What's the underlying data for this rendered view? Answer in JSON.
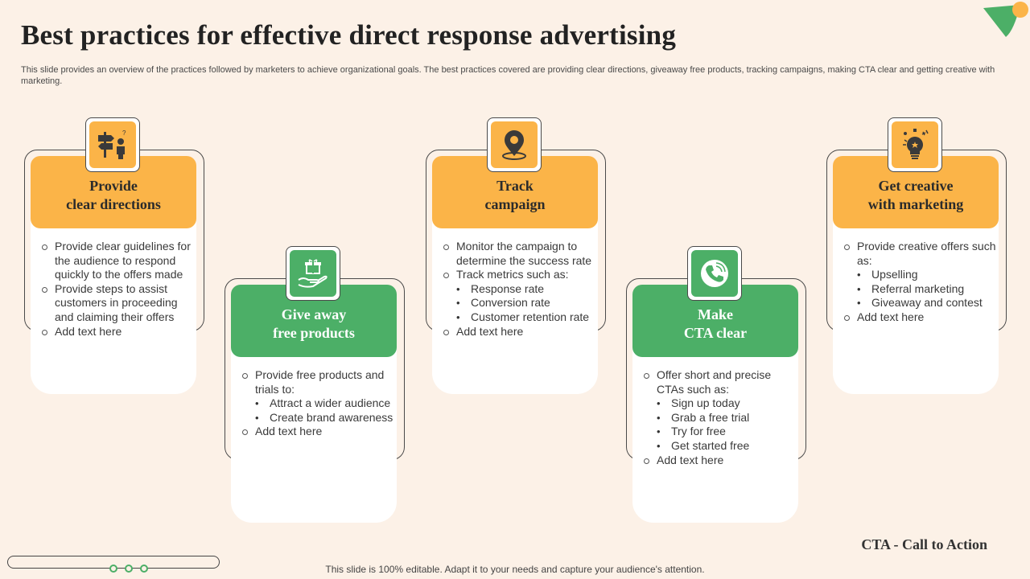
{
  "title": "Best practices for effective direct response advertising",
  "subtitle": "This slide provides an overview of the practices followed by marketers to achieve organizational goals. The best practices covered are providing clear directions, giveaway free products, tracking campaigns, making CTA clear and getting creative with marketing.",
  "colors": {
    "orange": "#fbb448",
    "green": "#4caf67",
    "background": "#fcf1e7"
  },
  "cards": [
    {
      "icon": "direction-signpost-icon",
      "title_line1": "Provide",
      "title_line2": "clear directions",
      "items": [
        "Provide clear guidelines for the audience to respond quickly to the offers made",
        "Provide steps to assist customers in proceeding and claiming their offers",
        "Add text here"
      ]
    },
    {
      "icon": "gift-hand-icon",
      "title_line1": "Give away",
      "title_line2": "free products",
      "intro": "Provide free products and trials to:",
      "bullets": [
        "Attract a wider audience",
        "Create brand awareness"
      ],
      "last": "Add text here"
    },
    {
      "icon": "location-pin-icon",
      "title_line1": "Track",
      "title_line2": "campaign",
      "item1": "Monitor the campaign to determine the success rate",
      "intro": "Track metrics such as:",
      "bullets": [
        "Response rate",
        "Conversion rate",
        "Customer retention rate"
      ],
      "last": "Add text here"
    },
    {
      "icon": "phone-call-icon",
      "title_line1": "Make",
      "title_line2": "CTA clear",
      "intro": "Offer short and precise CTAs such as:",
      "bullets": [
        "Sign up today",
        "Grab a free trial",
        "Try for free",
        "Get started free"
      ],
      "last": "Add text here"
    },
    {
      "icon": "creative-lightbulb-icon",
      "title_line1": "Get creative",
      "title_line2": "with marketing",
      "intro": "Provide creative offers such as:",
      "bullets": [
        "Upselling",
        "Referral marketing",
        "Giveaway and contest"
      ],
      "last": "Add text here"
    }
  ],
  "cta_note": "CTA - Call to Action",
  "footer": "This slide is 100% editable. Adapt it to your needs and capture your audience's attention."
}
